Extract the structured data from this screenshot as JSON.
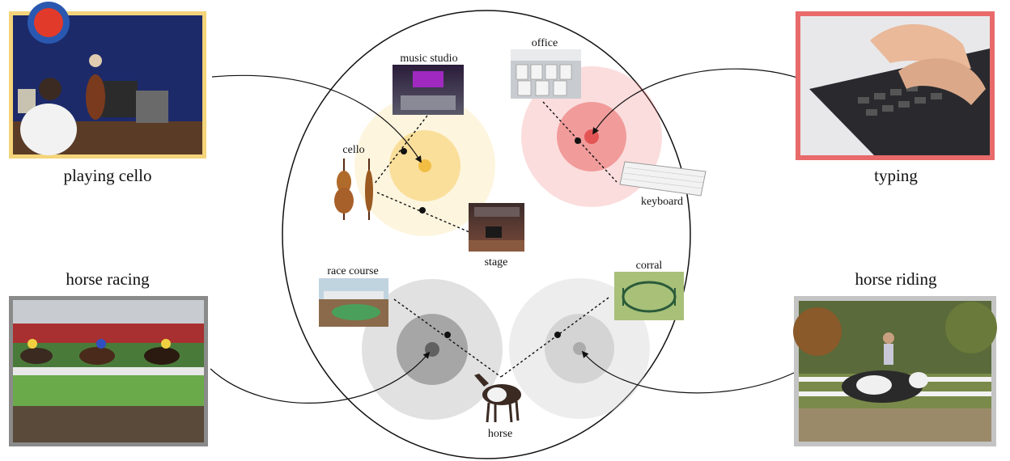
{
  "activities": {
    "playing_cello": "playing cello",
    "typing": "typing",
    "horse_racing": "horse racing",
    "horse_riding": "horse riding"
  },
  "objects": {
    "cello": "cello",
    "keyboard": "keyboard",
    "horse": "horse"
  },
  "scenes": {
    "music_studio": "music studio",
    "stage": "stage",
    "office": "office",
    "race_course": "race course",
    "corral": "corral"
  },
  "colors": {
    "cello_cluster": "#f6c64a",
    "typing_cluster": "#ee6363",
    "horse_cluster": "#9a9a9a",
    "cello_frame": "#f4d47a",
    "typing_frame": "#e86a6a",
    "racing_frame": "#8a8a8a",
    "riding_frame": "#c4c4c4"
  }
}
